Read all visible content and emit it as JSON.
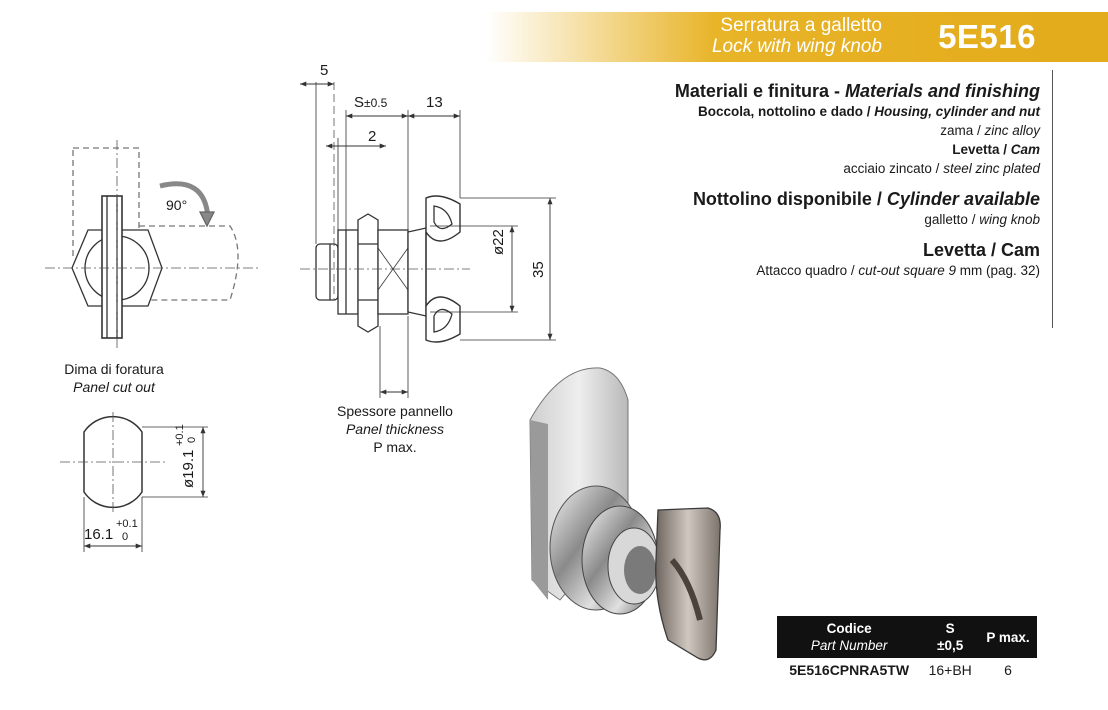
{
  "header": {
    "title_it": "Serratura a galletto",
    "title_en": "Lock with wing knob",
    "code": "5E516"
  },
  "specs": {
    "materials_it": "Materiali e finitura - ",
    "materials_en": "Materials and finishing",
    "housing_it": "Boccola, nottolino e dado / ",
    "housing_en": "Housing, cylinder and nut",
    "housing_value_it": "zama / ",
    "housing_value_en": "zinc alloy",
    "cam_it": "Levetta / ",
    "cam_en": "Cam",
    "cam_value_it": "acciaio zincato / ",
    "cam_value_en": "steel zinc plated",
    "cylinder_it": "Nottolino disponibile / ",
    "cylinder_en": "Cylinder available",
    "cylinder_value_it": "galletto / ",
    "cylinder_value_en": "wing knob",
    "levetta_heading": "Levetta / Cam",
    "levetta_value_it": "Attacco quadro / ",
    "levetta_value_en": "cut-out square 9",
    "levetta_value_tail": " mm (pag. 32)"
  },
  "drawing": {
    "rotation": "90°",
    "cutout_it": "Dima di foratura",
    "cutout_en": "Panel cut out",
    "thickness_it": "Spessore pannello",
    "thickness_en": "Panel thickness",
    "thickness_p": "P max.",
    "dim_5": "5",
    "dim_s": "S",
    "dim_s_tol": "±0.5",
    "dim_13": "13",
    "dim_2": "2",
    "dim_22": "ø22",
    "dim_35": "35",
    "dim_191": "ø19.1",
    "dim_161": "16.1",
    "tol_plus": "+0.1",
    "tol_zero": "0"
  },
  "table": {
    "col_code_it": "Codice",
    "col_code_en": "Part Number",
    "col_s": "S",
    "col_s_tol": "±0,5",
    "col_p": "P max.",
    "rows": [
      {
        "code": "5E516CPNRA5TW",
        "s": "16+BH",
        "p": "6"
      }
    ]
  },
  "colors": {
    "accent": "#e3ac1c",
    "table_header": "#111111"
  }
}
